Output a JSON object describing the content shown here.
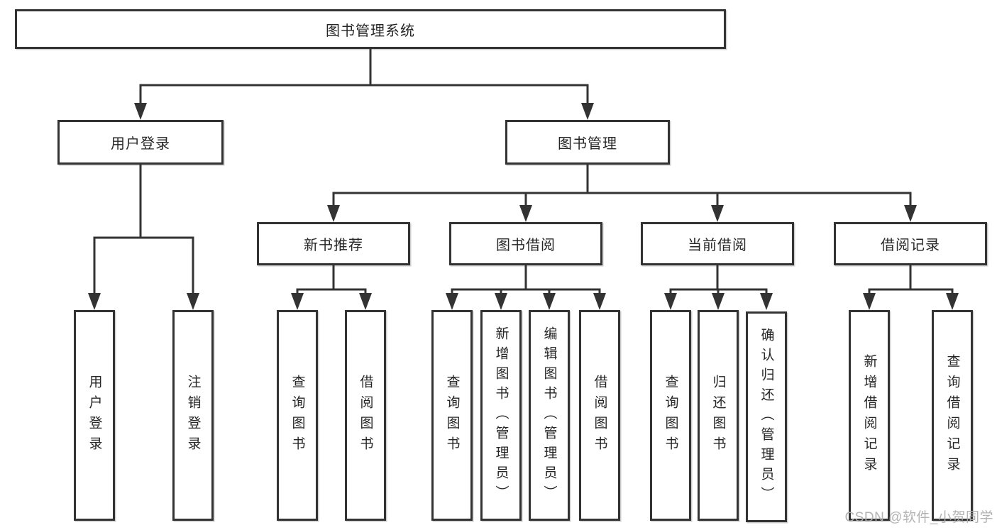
{
  "diagram": {
    "title": "图书管理系统",
    "root": {
      "label": "图书管理系统"
    },
    "level2": [
      {
        "id": "user-login",
        "label": "用户登录"
      },
      {
        "id": "book-management",
        "label": "图书管理"
      }
    ],
    "level3": [
      {
        "id": "new-book-recommend",
        "label": "新书推荐"
      },
      {
        "id": "book-borrow",
        "label": "图书借阅"
      },
      {
        "id": "current-borrow",
        "label": "当前借阅"
      },
      {
        "id": "borrow-records",
        "label": "借阅记录"
      }
    ],
    "leaves": {
      "user_login": [
        "用户登录",
        "注销登录"
      ],
      "new_book_recommend": [
        "查询图书",
        "借阅图书"
      ],
      "book_borrow": [
        "查询图书",
        "新增图书（管理员）",
        "编辑图书（管理员）",
        "借阅图书"
      ],
      "current_borrow": [
        "查询图书",
        "归还图书",
        "确认归还（管理员）"
      ],
      "borrow_records": [
        "新增借阅记录",
        "查询借阅记录"
      ]
    }
  },
  "watermark": {
    "text": "CSDN @软件_小贺同学"
  },
  "colors": {
    "line": "#333333",
    "box_border": "#333333",
    "text": "#262626",
    "watermark": "#b0b0b0",
    "background": "#ffffff"
  }
}
